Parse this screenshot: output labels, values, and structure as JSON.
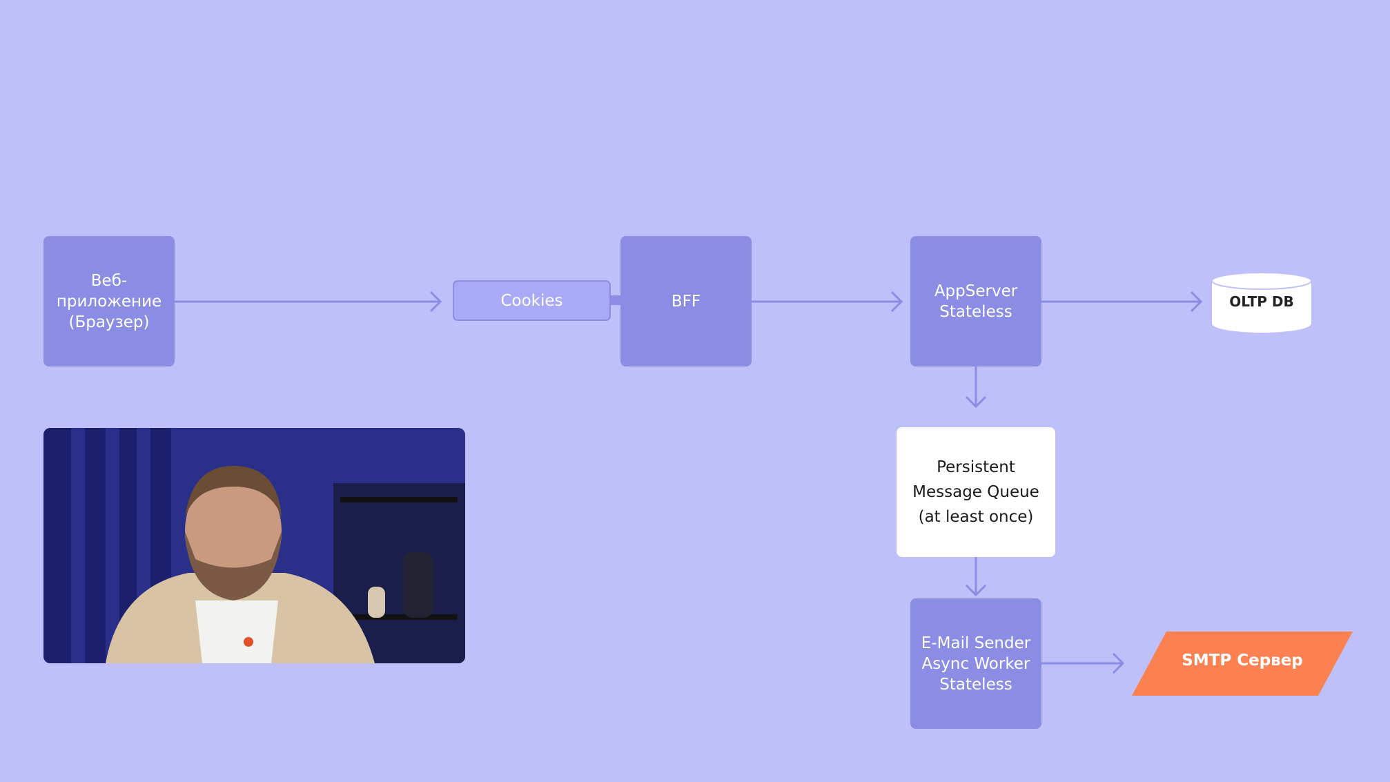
{
  "nodes": {
    "web_app": "Веб-\nприложение\n(Браузер)",
    "cookies": "Cookies",
    "bff": "BFF",
    "app_server": "AppServer\nStateless",
    "oltp_db": "OLTP DB",
    "queue": "Persistent\nMessage Queue\n(at least once)",
    "email_sender": "E-Mail Sender\nAsync Worker\nStateless",
    "smtp": "SMTP Сервер"
  },
  "colors": {
    "background": "#bfc0f9",
    "service": "#8b8ce3",
    "cookies": "#a9aaf7",
    "smtp": "#fc8150"
  }
}
